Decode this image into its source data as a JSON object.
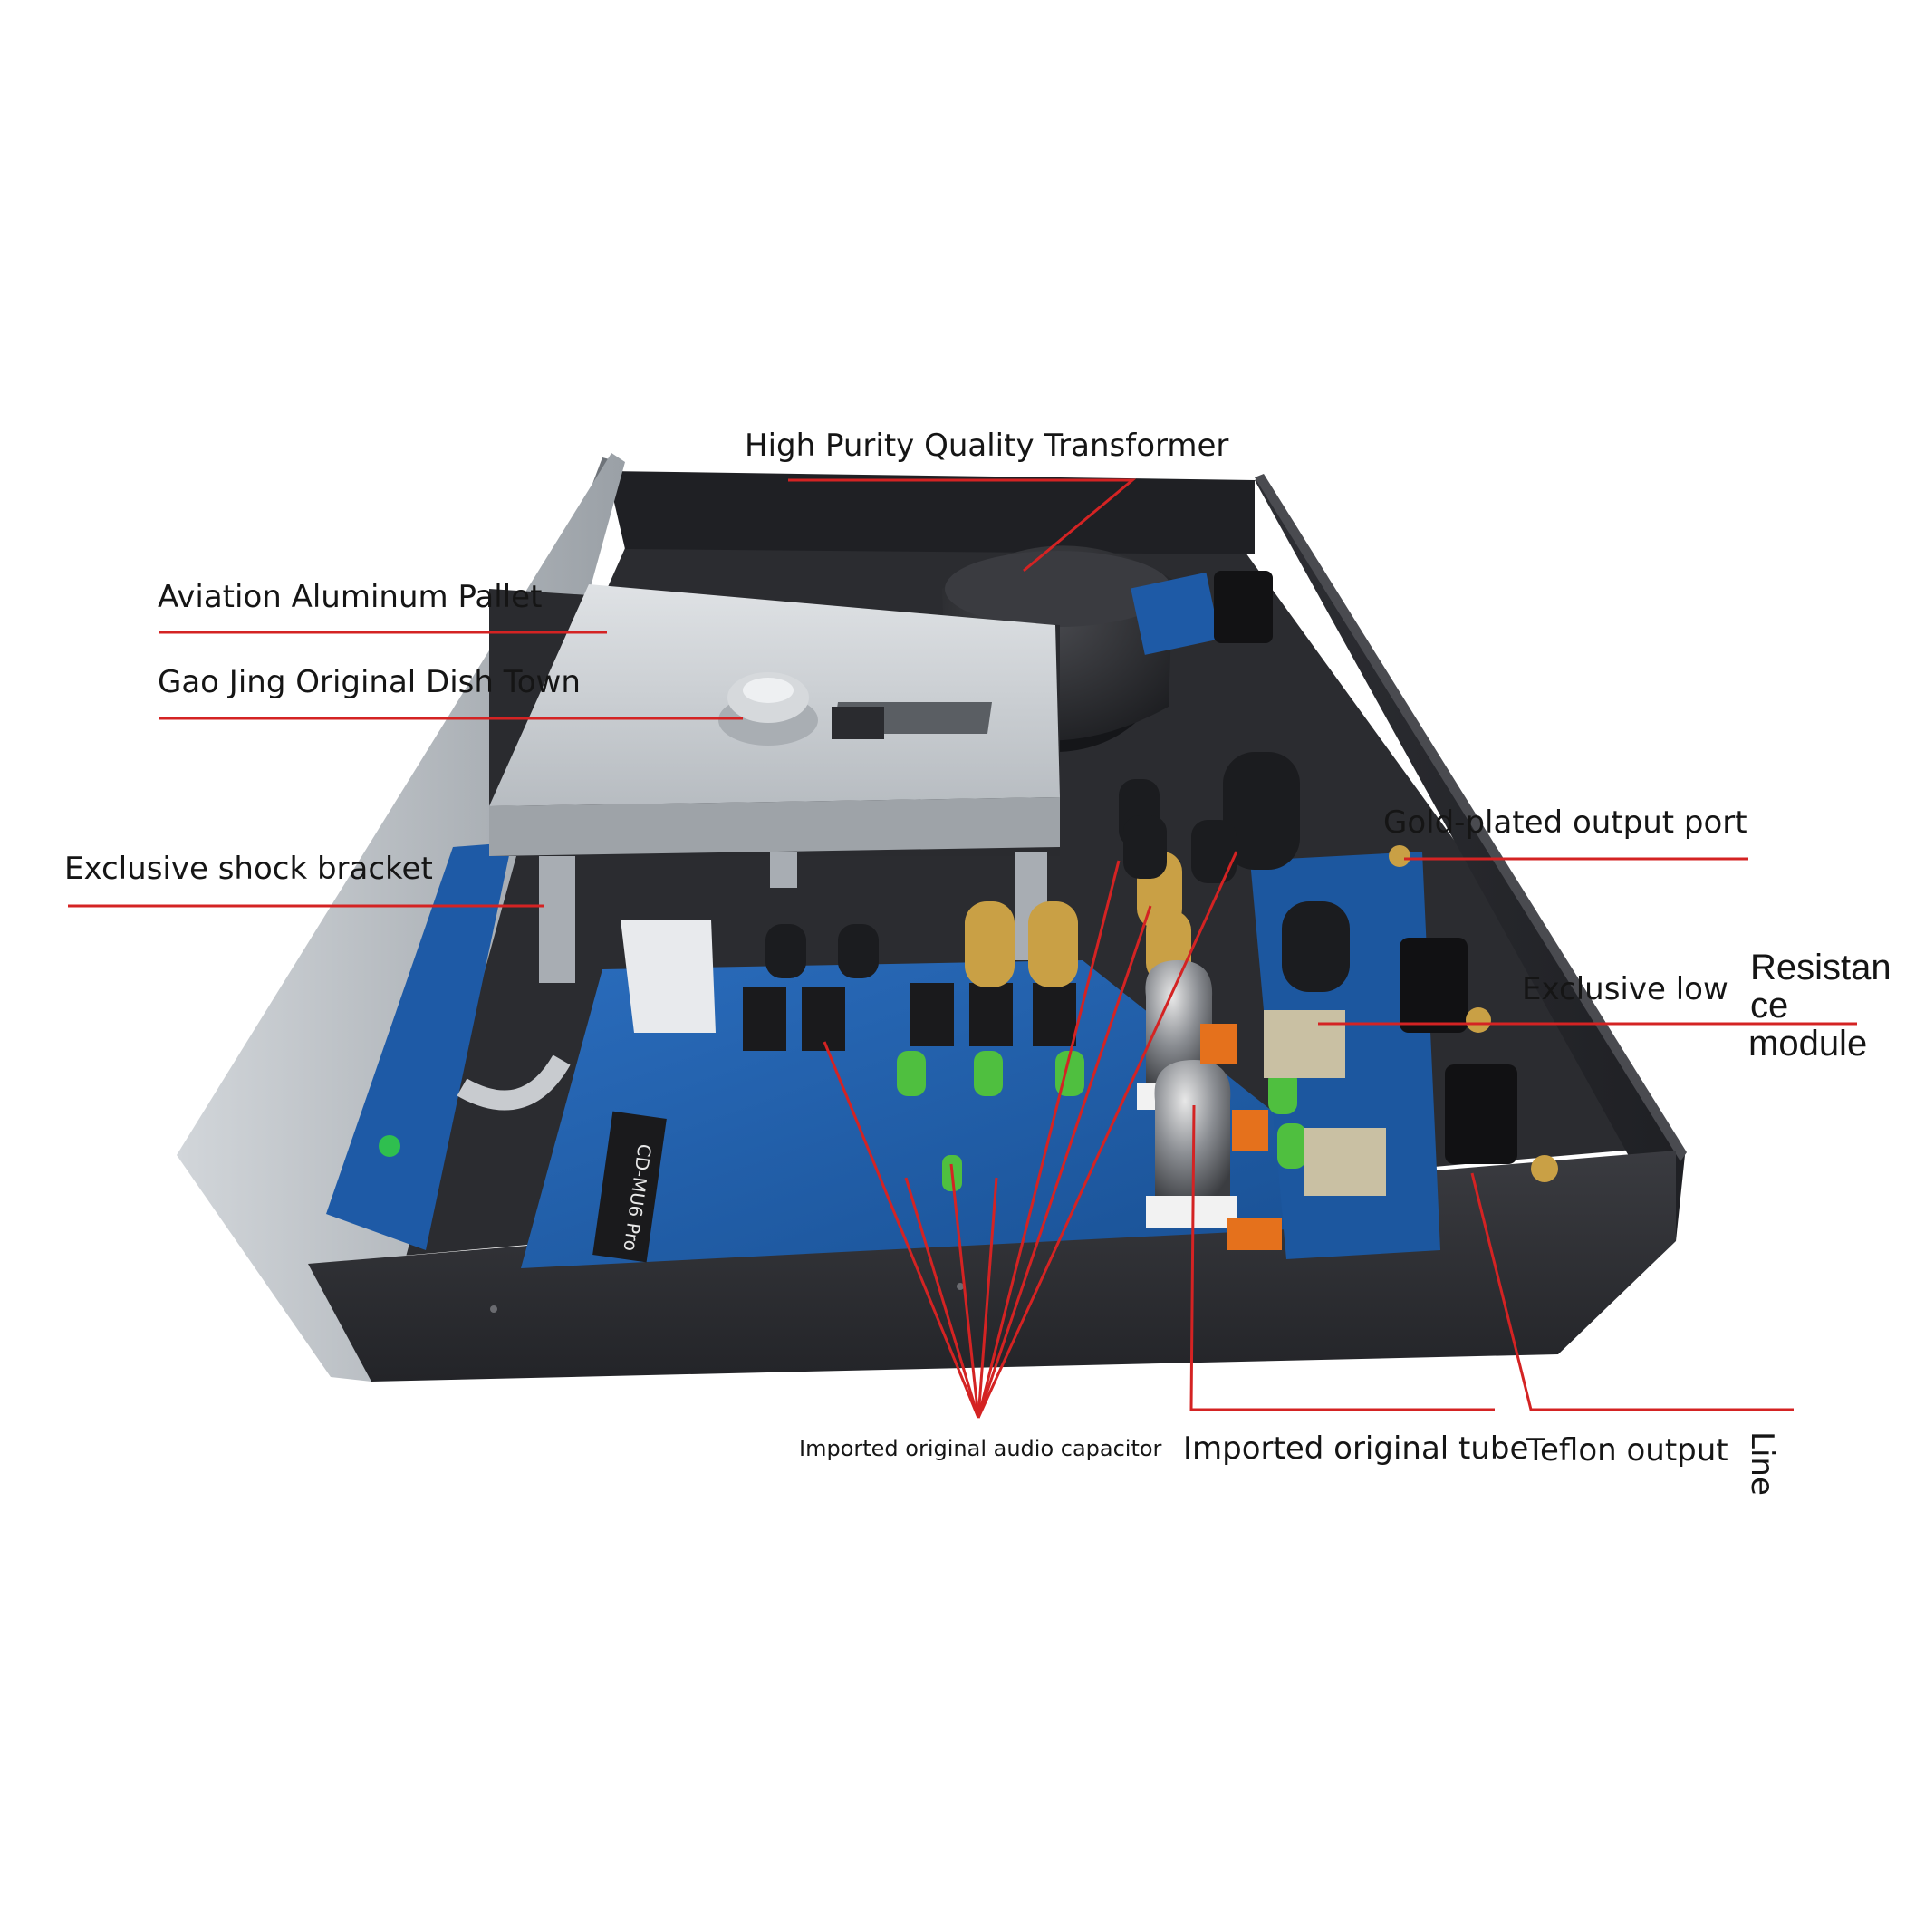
{
  "labels": {
    "transformer": "High Purity Quality Transformer",
    "pallet": "Aviation Aluminum Pallet",
    "dish_town": "Gao Jing Original Dish Town",
    "shock_bracket": "Exclusive shock bracket",
    "gold_port": "Gold-plated output port",
    "low_resistance_a": "Exclusive low",
    "low_resistance_b1": "Resistan",
    "low_resistance_b2": "ce",
    "low_resistance_b3": "module",
    "audio_capacitor": "Imported original audio capacitor",
    "tube": "Imported original tube",
    "teflon": "Teflon output",
    "line": "Line"
  },
  "device": {
    "chip_label": "CD-MU6 Pro"
  },
  "colors": {
    "leader_line": "#d42323",
    "pcb_blue": "#1f5fa8",
    "chassis_dark": "#2c2d31",
    "aluminum": "#bfc4c9"
  }
}
